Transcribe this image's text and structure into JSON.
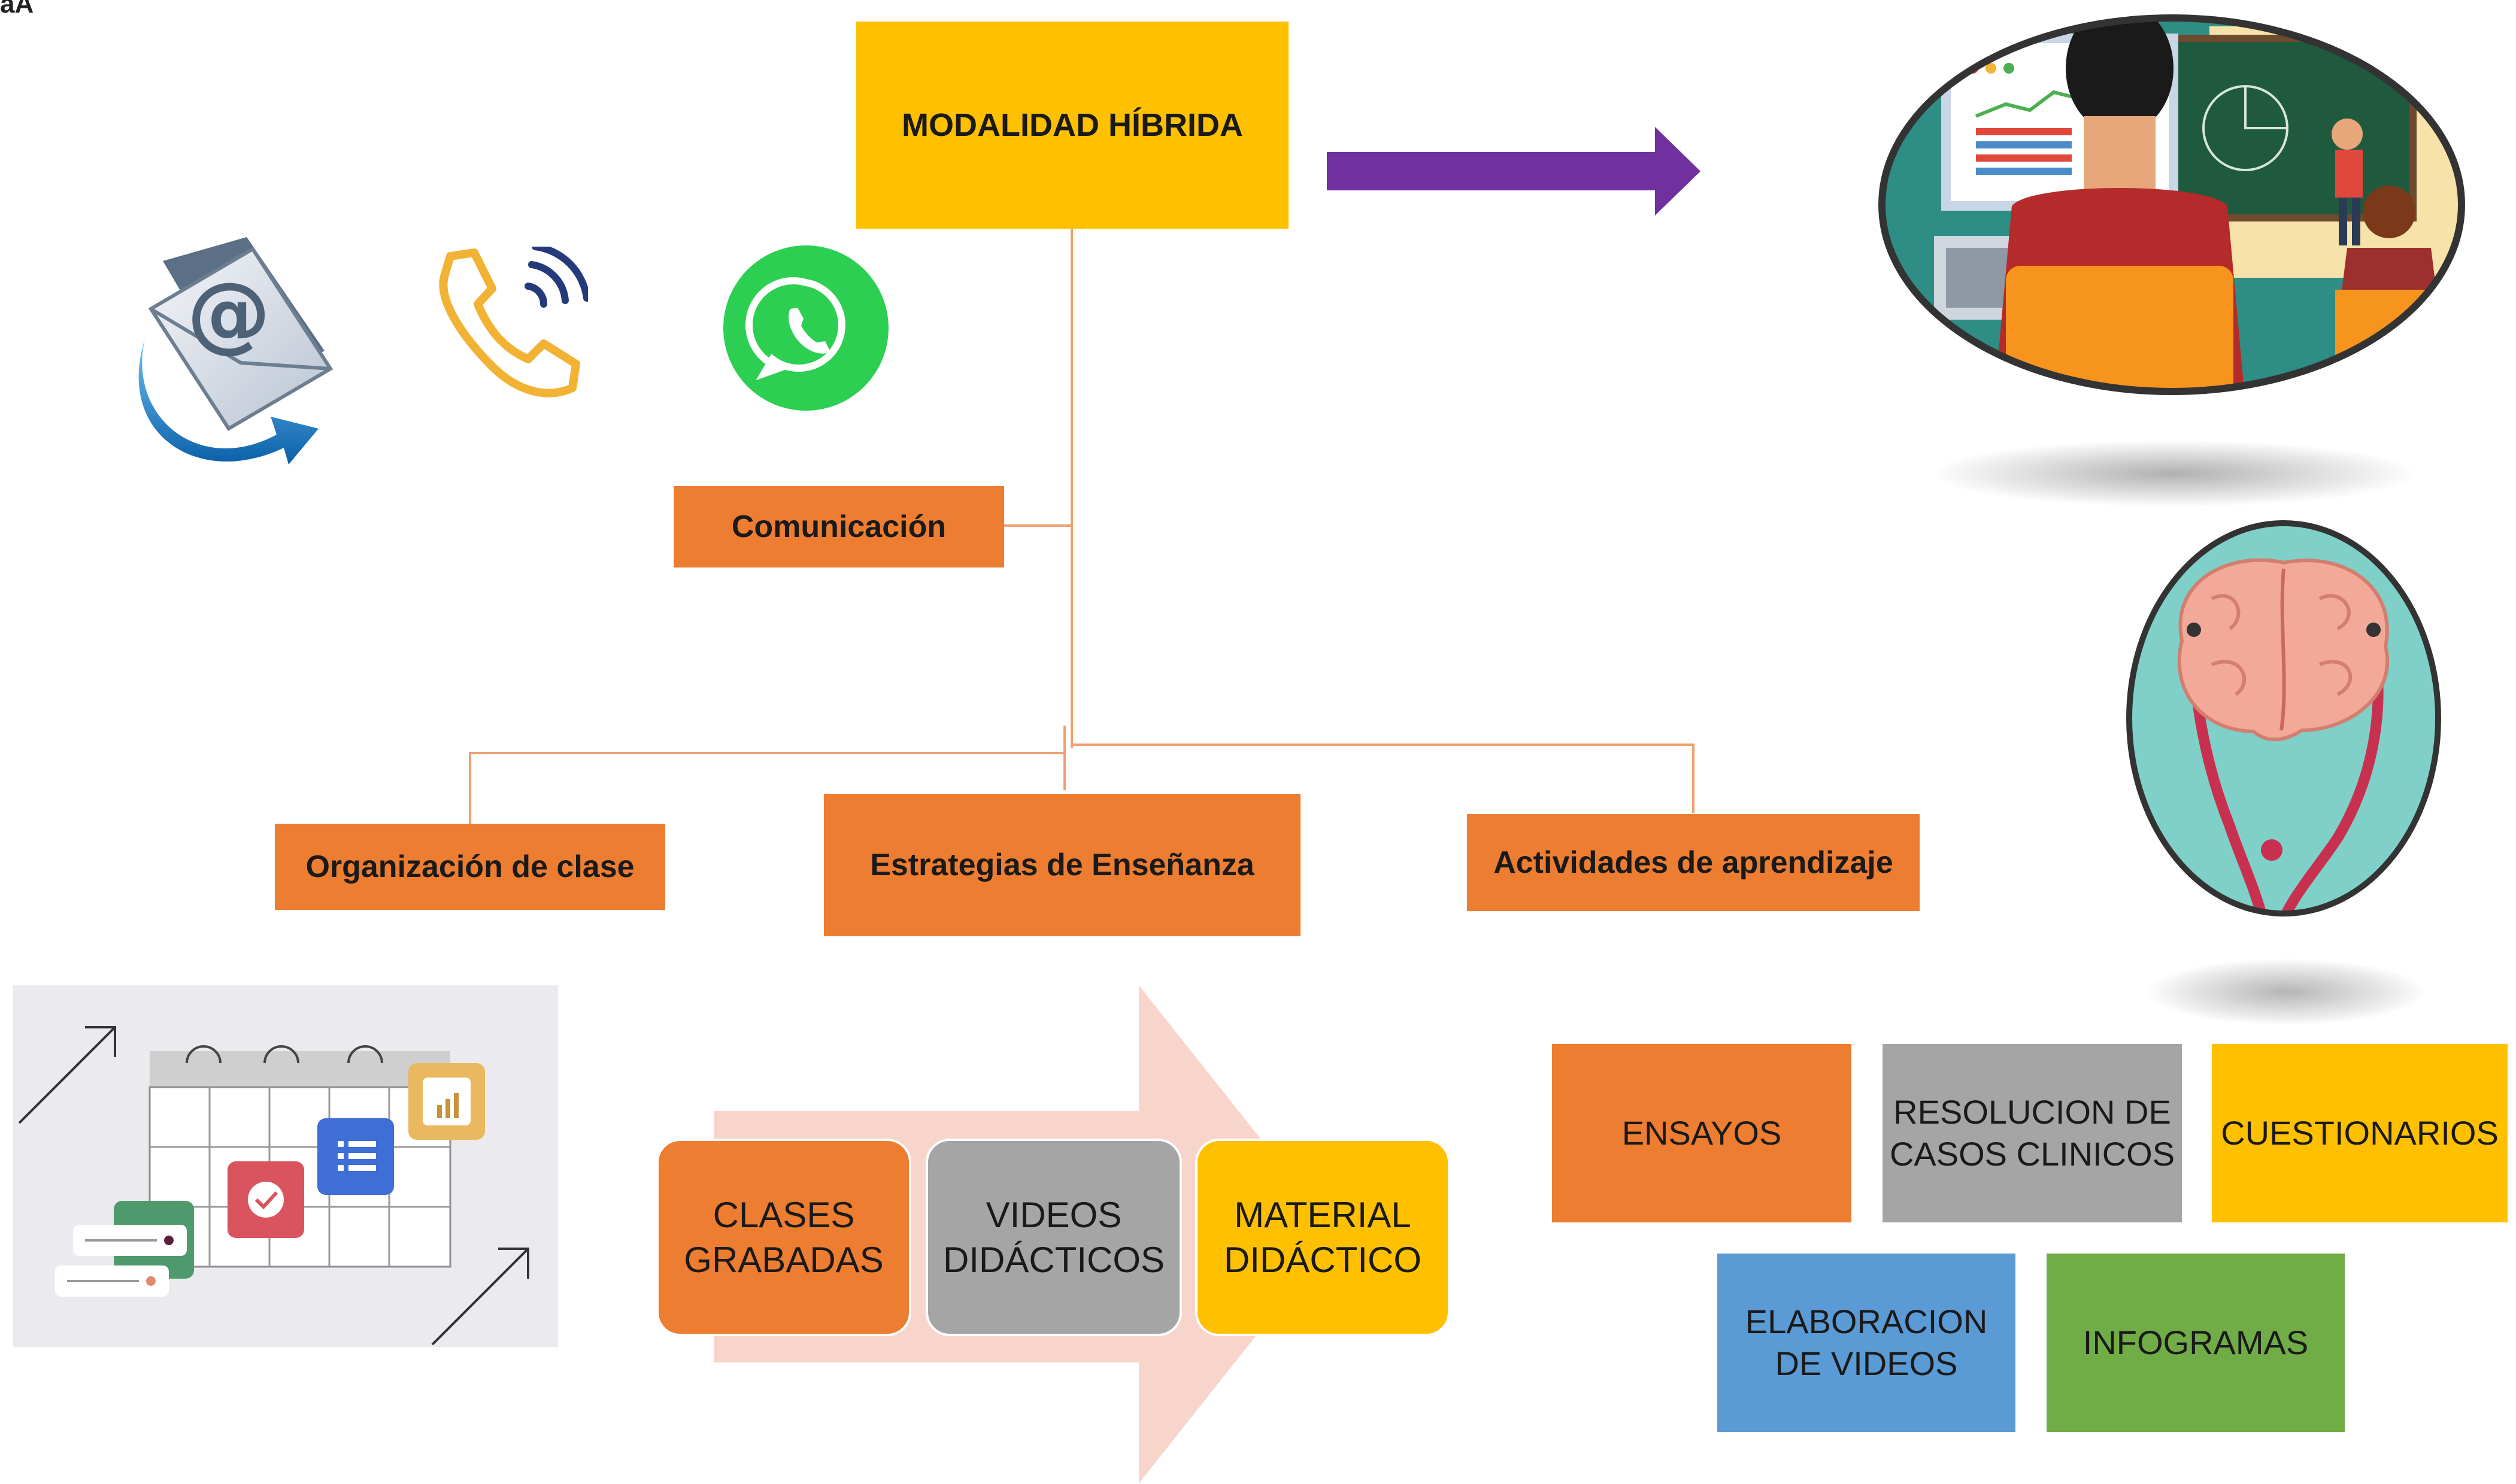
{
  "corner_text": "aA",
  "root": {
    "label": "MODALIDAD HÍBRIDA"
  },
  "branches": {
    "communication": "Comunicación",
    "class_organization": "Organización de clase",
    "teaching_strategies": "Estrategias de Enseñanza",
    "learning_activities": "Actividades de aprendizaje"
  },
  "strategy_items": [
    {
      "label": "CLASES\nGRABADAS"
    },
    {
      "label": "VIDEOS\nDIDÁCTICOS"
    },
    {
      "label": "MATERIAL\nDIDÁCTICO"
    }
  ],
  "activity_items": [
    {
      "label": "ENSAYOS"
    },
    {
      "label": "RESOLUCION DE\nCASOS CLINICOS"
    },
    {
      "label": "CUESTIONARIOS"
    },
    {
      "label": "ELABORACION\nDE VIDEOS"
    },
    {
      "label": "INFOGRAMAS"
    }
  ],
  "icons": [
    "email-icon",
    "phone-icon",
    "whatsapp-icon",
    "arrow-right-icon",
    "calendar-planner-icon",
    "classroom-illustration",
    "brain-stethoscope-illustration"
  ],
  "colors": {
    "root_yellow": "#FFC000",
    "branch_orange": "#ED7D31",
    "connector": "#F4B183",
    "arrow_purple": "#7030A0",
    "chevron_pink": "#F8D5CB",
    "gray": "#A5A5A5",
    "blue": "#5B9BD5",
    "green": "#70AD47"
  }
}
